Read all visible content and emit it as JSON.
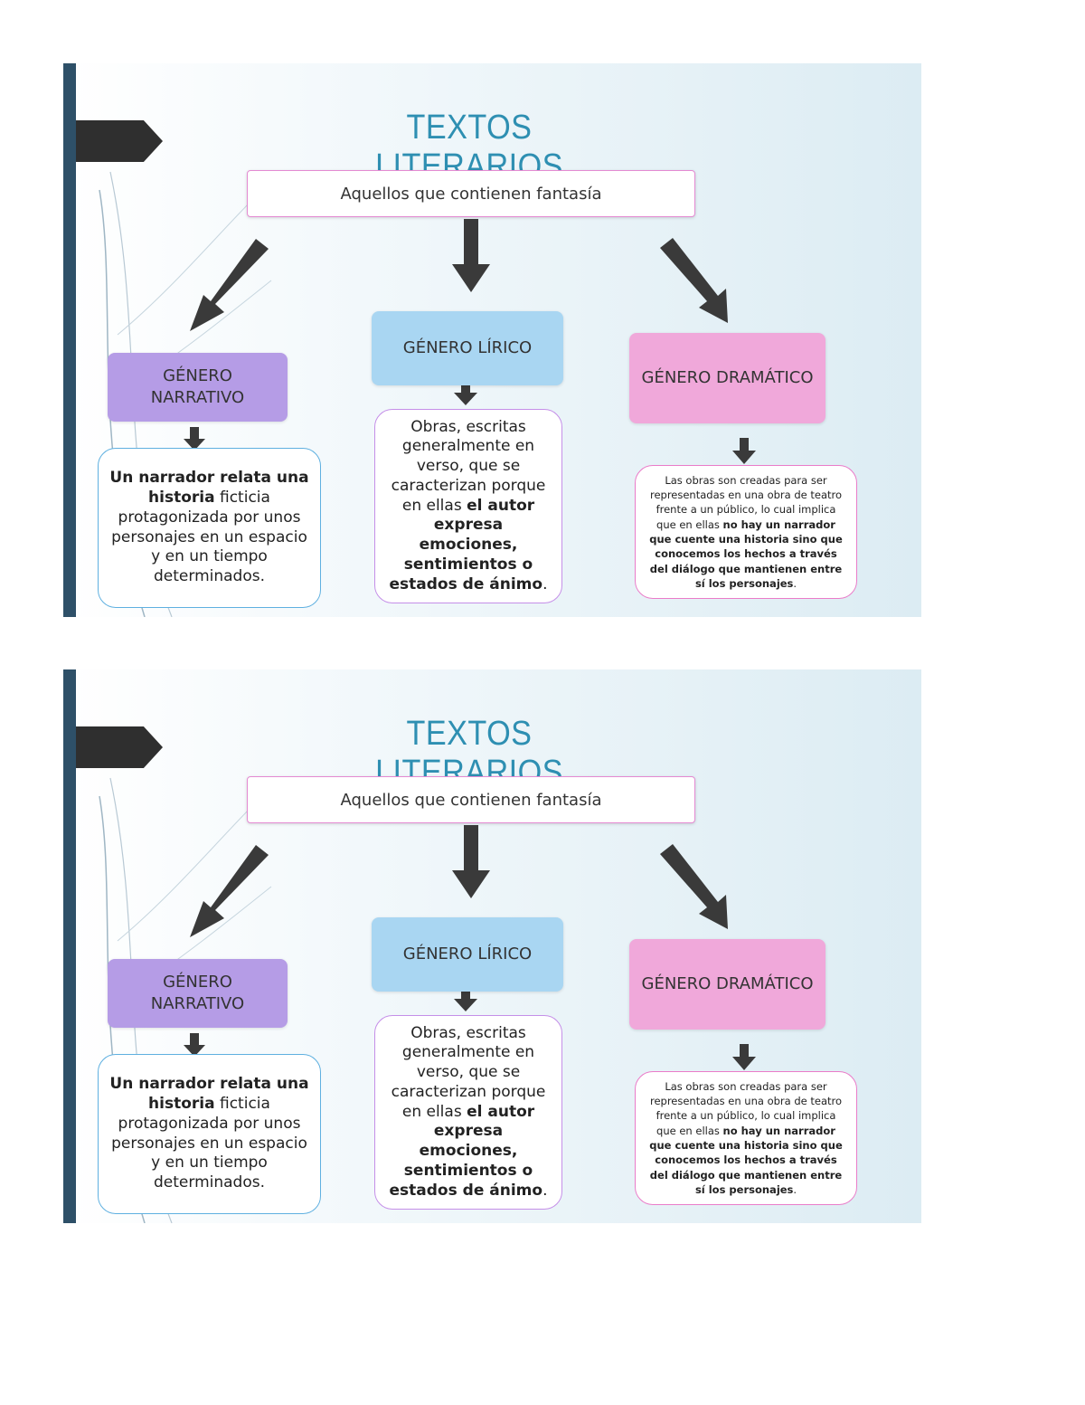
{
  "slides": [
    {
      "title": "TEXTOS LITERARIOS",
      "top_box": "Aquellos que contienen fantasía",
      "genres": {
        "narrativo": {
          "label_line1": "GÉNERO",
          "label_line2": "NARRATIVO",
          "desc": [
            {
              "text": "Un narrador relata una historia",
              "bold": true
            },
            {
              "text": " ficticia protagonizada por unos personajes en un espacio y en un tiempo determinados.",
              "bold": false
            }
          ]
        },
        "lirico": {
          "label": "GÉNERO LÍRICO",
          "desc": [
            {
              "text": "Obras, escritas generalmente en verso, que se caracterizan porque en ellas ",
              "bold": false
            },
            {
              "text": "el autor expresa emociones, sentimientos o estados de ánimo",
              "bold": true
            },
            {
              "text": ".",
              "bold": false
            }
          ]
        },
        "dramatico": {
          "label": "GÉNERO DRAMÁTICO",
          "desc": [
            {
              "text": "Las obras son creadas para ser representadas en una obra de teatro frente a un público, lo cual implica que en ellas ",
              "bold": false
            },
            {
              "text": "no hay un narrador que cuente una historia sino que conocemos los hechos a través del diálogo que mantienen entre sí los personajes",
              "bold": true
            },
            {
              "text": ".",
              "bold": false
            }
          ]
        }
      }
    },
    {
      "title": "TEXTOS LITERARIOS",
      "top_box": "Aquellos que contienen fantasía",
      "genres": {
        "narrativo": {
          "label_line1": "GÉNERO",
          "label_line2": "NARRATIVO",
          "desc": [
            {
              "text": "Un narrador relata una historia",
              "bold": true
            },
            {
              "text": " ficticia protagonizada por unos personajes en un espacio y en un tiempo determinados.",
              "bold": false
            }
          ]
        },
        "lirico": {
          "label": "GÉNERO LÍRICO",
          "desc": [
            {
              "text": "Obras, escritas generalmente en verso, que se caracterizan porque en ellas ",
              "bold": false
            },
            {
              "text": "el autor expresa emociones, sentimientos o estados de ánimo",
              "bold": true
            },
            {
              "text": ".",
              "bold": false
            }
          ]
        },
        "dramatico": {
          "label": "GÉNERO DRAMÁTICO",
          "desc": [
            {
              "text": "Las obras son creadas para ser representadas en una obra de teatro frente a un público, lo cual implica que en ellas ",
              "bold": false
            },
            {
              "text": "no hay un narrador que cuente una historia sino que conocemos los hechos a través del diálogo que mantienen entre sí los personajes",
              "bold": true
            },
            {
              "text": ".",
              "bold": false
            }
          ]
        }
      }
    }
  ],
  "colors": {
    "title": "#2e8fb2",
    "narrativo": "#b59ce6",
    "lirico": "#a9d6f2",
    "dramatico": "#f0a8da",
    "arrow": "#3a3a3a",
    "sidebar": "#2e5068"
  }
}
